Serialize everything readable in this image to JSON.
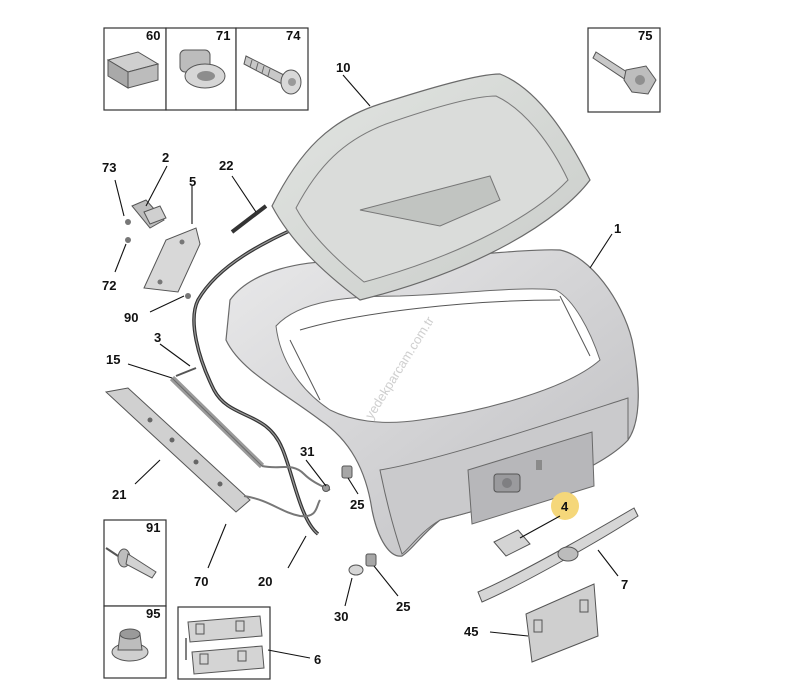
{
  "callouts": {
    "c1": "1",
    "c2": "2",
    "c3": "3",
    "c4": "4",
    "c5": "5",
    "c6": "6",
    "c7": "7",
    "c10": "10",
    "c15": "15",
    "c20": "20",
    "c21": "21",
    "c22": "22",
    "c25a": "25",
    "c25b": "25",
    "c30": "30",
    "c31": "31",
    "c45": "45",
    "c70": "70",
    "c72": "72",
    "c73": "73",
    "c90": "90"
  },
  "boxes": {
    "b60": "60",
    "b71": "71",
    "b74": "74",
    "b75": "75",
    "b91": "91",
    "b95": "95"
  },
  "watermark": "yedekparcam.com.tr",
  "highlight_color": "#f5d77a"
}
